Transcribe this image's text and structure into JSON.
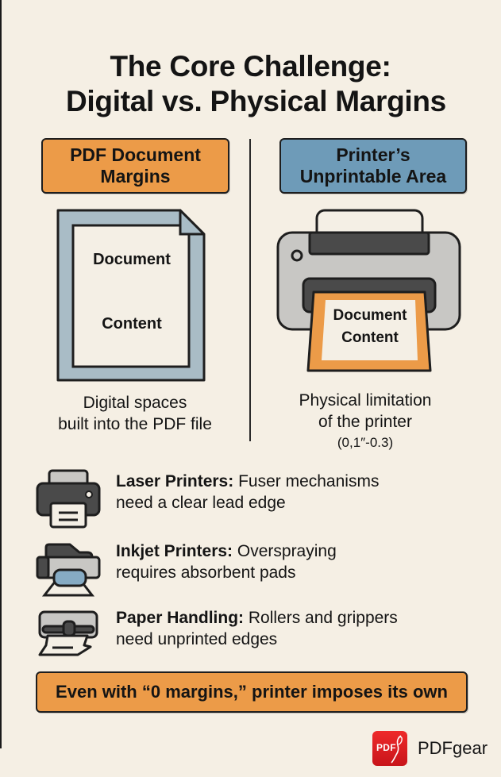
{
  "title": {
    "line1": "The Core Challenge:",
    "line2": "Digital vs. Physical Margins"
  },
  "left_panel": {
    "label_line1": "PDF Document",
    "label_line2": "Margins",
    "label_color": "#ec9b48",
    "doc_text_1": "Document",
    "doc_text_2": "Content",
    "caption_line1": "Digital spaces",
    "caption_line2": "built into the PDF file"
  },
  "right_panel": {
    "label_line1": "Printer’s",
    "label_line2": "Unprintable Area",
    "label_color": "#6e9bb8",
    "doc_text_1": "Document",
    "doc_text_2": "Content",
    "caption_line1": "Physical limitation",
    "caption_line2": "of the printer",
    "caption_note": "(0,1″-0.3)"
  },
  "items": [
    {
      "icon": "laser-printer-icon",
      "bold": "Laser Printers:",
      "rest": " Fuser mechanisms",
      "line2": "need a clear lead edge"
    },
    {
      "icon": "inkjet-printer-icon",
      "bold": "Inkjet Printers:",
      "rest": " Overspraying",
      "line2": "requires absorbent pads"
    },
    {
      "icon": "paper-roller-icon",
      "bold": "Paper Handling:",
      "rest": " Rollers and grippers",
      "line2": "need unprinted edges"
    }
  ],
  "banner": {
    "text": "Even with “0 margins,”  printer imposes its own",
    "color": "#ec9b48"
  },
  "brand": {
    "logo_text": "PDF",
    "name": "PDFgear"
  }
}
